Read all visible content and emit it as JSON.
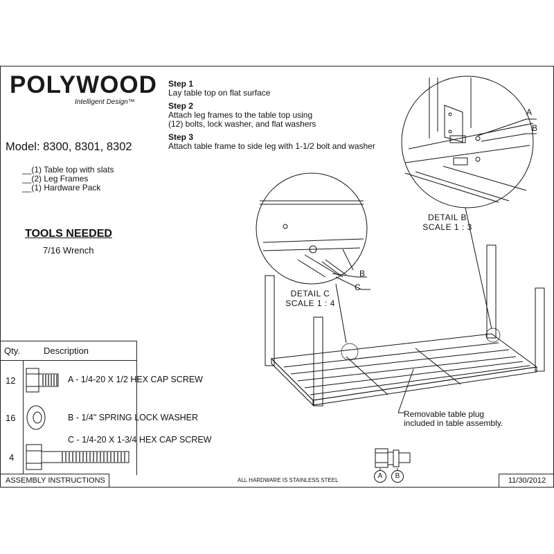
{
  "brand": {
    "name": "POLYWOOD",
    "tagline": "Intelligent Design™"
  },
  "model": "Model: 8300, 8301, 8302",
  "parts": [
    "(1) Table top with slats",
    "(2) Leg Frames",
    "(1) Hardware Pack"
  ],
  "tools": {
    "heading": "TOOLS NEEDED",
    "value": "7/16 Wrench"
  },
  "steps": [
    {
      "title": "Step 1",
      "text": [
        "Lay table top on flat surface"
      ]
    },
    {
      "title": "Step 2",
      "text": [
        "Attach leg frames to the table top using",
        "(12) bolts, lock washer, and flat washers"
      ]
    },
    {
      "title": "Step 3",
      "text": [
        "Attach table frame to side leg with 1-1/2 bolt and washer"
      ]
    }
  ],
  "details": {
    "b": {
      "name": "DETAIL B",
      "scale": "SCALE 1 : 3",
      "labels": [
        "A",
        "B"
      ]
    },
    "c": {
      "name": "DETAIL C",
      "scale": "SCALE 1 : 4",
      "labels": [
        "B",
        "C"
      ]
    }
  },
  "hardware": {
    "headers": {
      "qty": "Qty.",
      "description": "Description"
    },
    "items": [
      {
        "qty": "12",
        "description": "A - 1/4-20 X 1/2 HEX CAP SCREW"
      },
      {
        "qty": "16",
        "description": "B - 1/4\" SPRING LOCK WASHER"
      },
      {
        "qty": "4",
        "description": "C - 1/4-20 X 1-3/4  HEX CAP SCREW"
      }
    ]
  },
  "note": [
    "Removable table plug",
    "included in table assembly."
  ],
  "assembly_labels": [
    "A",
    "B"
  ],
  "footer": {
    "left": "ASSEMBLY INSTRUCTIONS",
    "center": "ALL HARDWARE IS STAINLESS STEEL",
    "date": "11/30/2012"
  }
}
